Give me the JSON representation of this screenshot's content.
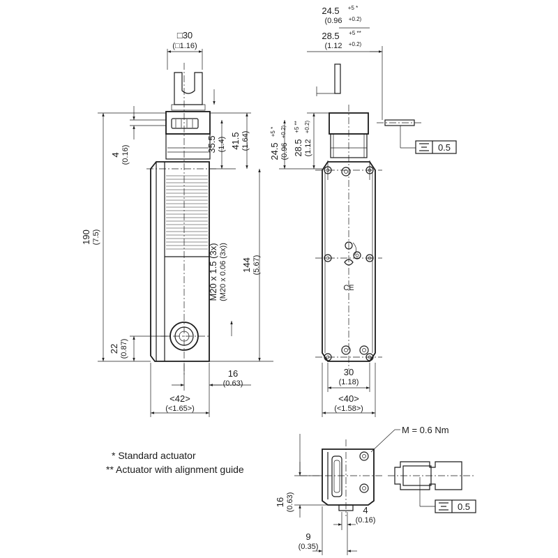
{
  "dims": {
    "sq30": "□30",
    "sq116": "(□1.16)",
    "top_act1_main": "24.5",
    "top_act1_tol": "+5 *",
    "top_act1_in": "(0.96",
    "top_act1_in_tol": "+0.2)",
    "top_act2_main": "28.5",
    "top_act2_tol": "+5 **",
    "top_act2_in": "(1.12",
    "top_act2_in_tol": "+0.2)",
    "d190": "190",
    "d190_in": "(7.5)",
    "d4": "4",
    "d4_in": "(0.16)",
    "d22": "22",
    "d22_in": "(0.87)",
    "d355": "35.5",
    "d355_in": "(1.4)",
    "d415": "41.5",
    "d415_in": "(1.64)",
    "dm20": "M20 x 1.5 (3x)",
    "dm20_in": "(M20 x 0.06 (3x))",
    "d144": "144",
    "d144_in": "(5.67)",
    "v_act1_main": "24.5",
    "v_act1_tol": "+5 *",
    "v_act1_in": "(0.96",
    "v_act1_in_tol": "+0.2)",
    "v_act2_main": "28.5",
    "v_act2_tol": "+5 **",
    "v_act2_in": "(1.12",
    "v_act2_in_tol": "+0.2)",
    "d16": "16",
    "d16_in": "(0.63)",
    "d42": "<42>",
    "d42_in": "(<1.65>)",
    "d30": "30",
    "d30_in": "(1.18)",
    "d40": "<40>",
    "d40_in": "(<1.58>)",
    "sym_a": "0.5",
    "sym_b": "0.5",
    "torque": "M = 0.6 Nm",
    "b16": "16",
    "b16_in": "(0.63)",
    "b4": "4",
    "b4_in": "(0.16)",
    "b9": "9",
    "b9_in": "(0.35)",
    "ce": "CE"
  },
  "legend": {
    "star1": "* Standard actuator",
    "star2": "** Actuator with alignment guide"
  },
  "icons": [
    "symmetry-icon",
    "ce-mark-icon",
    "lock-symbol-icon",
    "cable-gland-icon"
  ]
}
